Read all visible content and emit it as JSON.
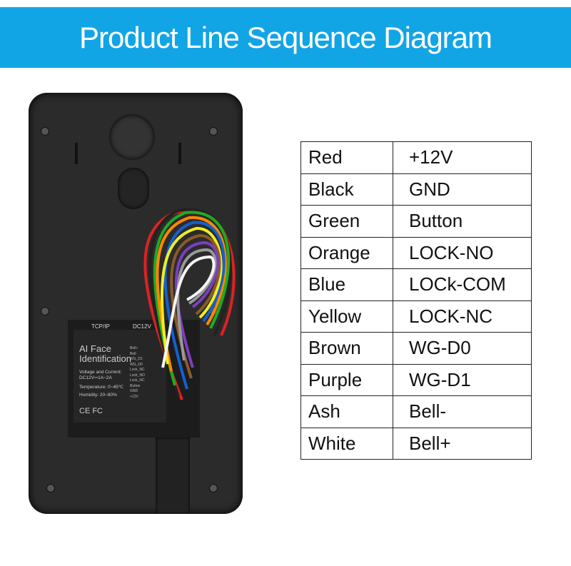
{
  "header": {
    "title": "Product Line Sequence Diagram",
    "color": "#12a5e6"
  },
  "device_label": {
    "ports": [
      "TCP/IP",
      "DC12V"
    ],
    "title_line1": "AI Face",
    "title_line2": "Identification",
    "voltage_label": "Voltage and Current:",
    "voltage": "DC12V⎓1A~2A",
    "temperature": "Temperature: 0~45℃",
    "humidity": "Humidity: 20~80%",
    "certs": "CE FC",
    "pins": [
      "Bell+",
      "Bell-",
      "WG_D1",
      "WG_D0",
      "Lock_NC",
      "Lock_NO",
      "Lock_NC",
      "Button",
      "GND",
      "+12V"
    ]
  },
  "wiring_table": [
    {
      "color": "Red",
      "function": "+12V"
    },
    {
      "color": "Black",
      "function": "GND"
    },
    {
      "color": "Green",
      "function": "Button"
    },
    {
      "color": "Orange",
      "function": "LOCK-NO"
    },
    {
      "color": "Blue",
      "function": "LOCk-COM"
    },
    {
      "color": "Yellow",
      "function": "LOCK-NC"
    },
    {
      "color": "Brown",
      "function": "WG-D0"
    },
    {
      "color": "Purple",
      "function": "WG-D1"
    },
    {
      "color": "Ash",
      "function": "Bell-"
    },
    {
      "color": "White",
      "function": "Bell+"
    }
  ]
}
